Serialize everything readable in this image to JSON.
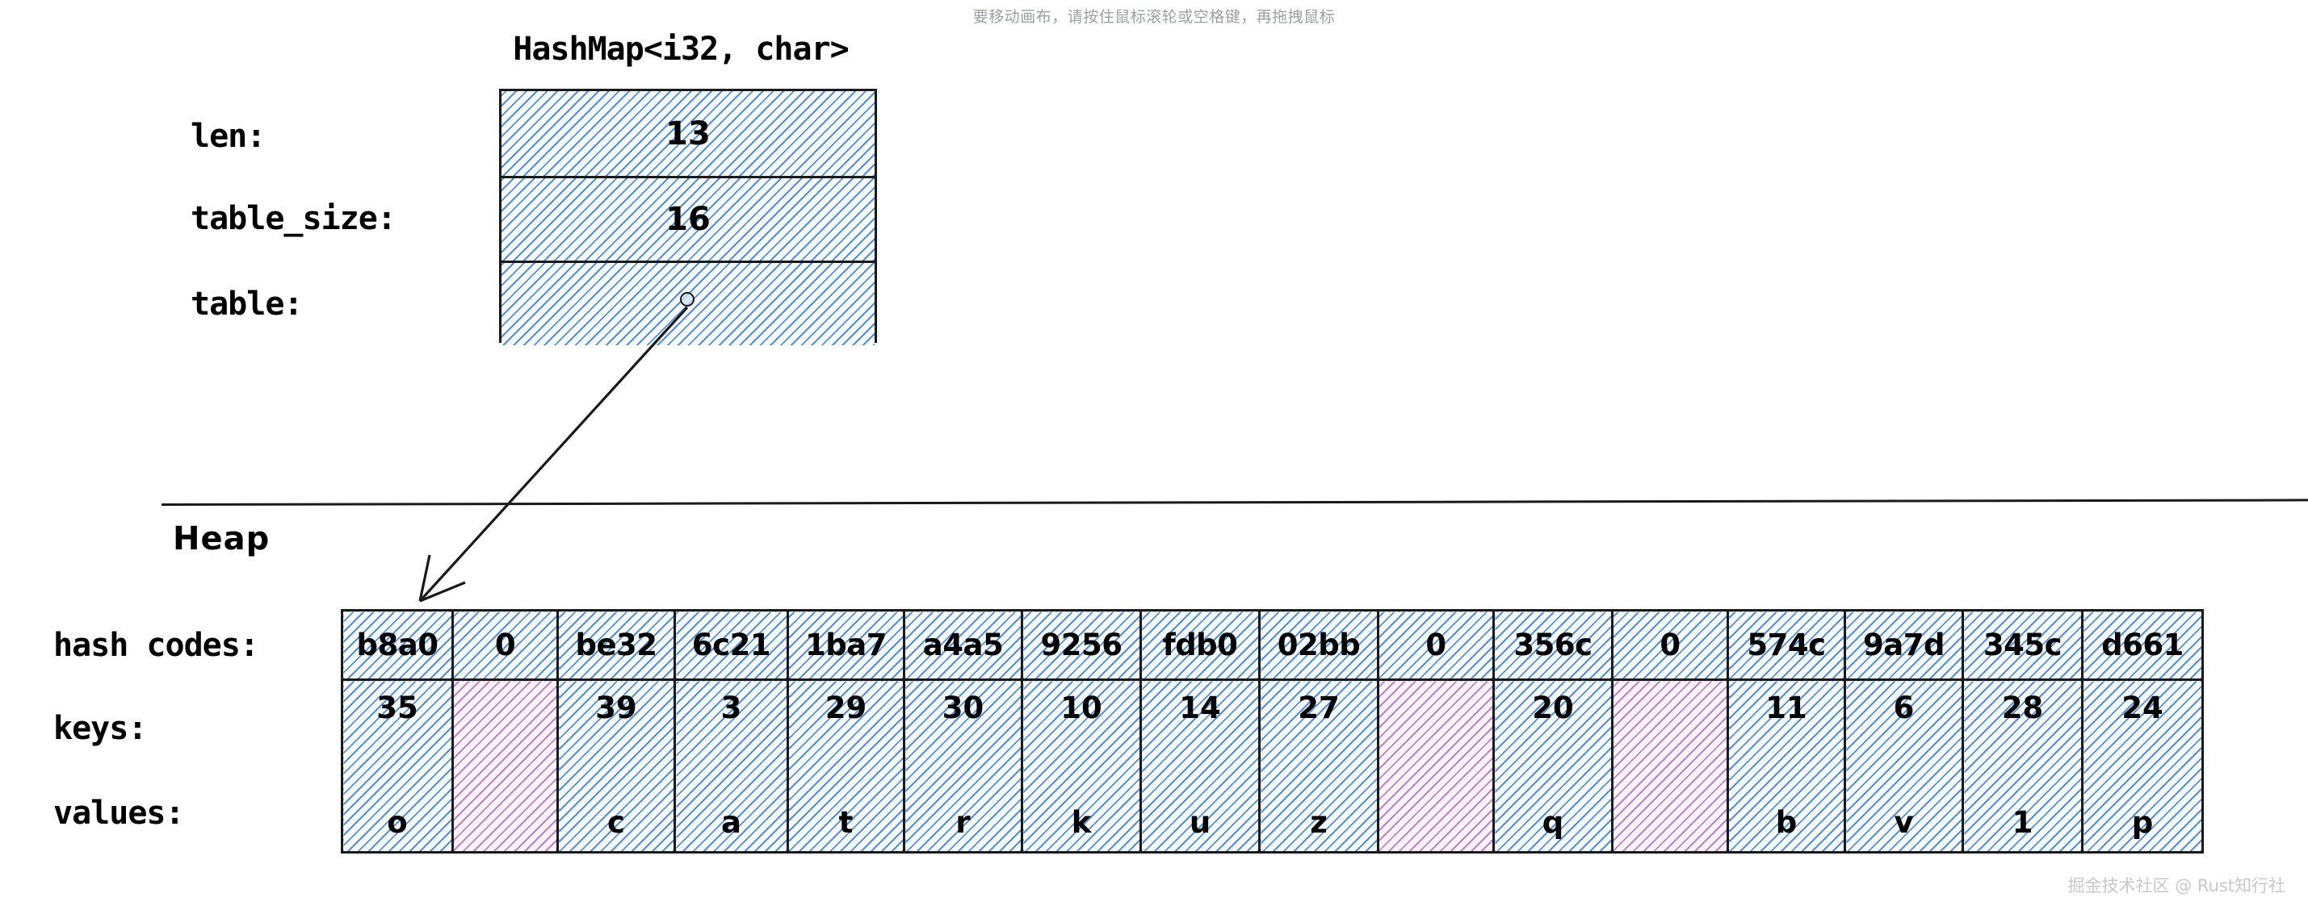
{
  "canvas_hint": "要移动画布，请按住鼠标滚轮或空格键，再拖拽鼠标",
  "watermark": "掘金技术社区 @ Rust知行社",
  "struct": {
    "title": "HashMap<i32, char>",
    "fields": [
      {
        "label": "len:",
        "value": "13"
      },
      {
        "label": "table_size:",
        "value": "16"
      },
      {
        "label": "table:",
        "value": ""
      }
    ]
  },
  "heap": {
    "section_label": "Heap",
    "row_labels": {
      "hash": "hash codes:",
      "keys": "keys:",
      "values": "values:"
    },
    "table": {
      "hash_codes": [
        "b8a0",
        "0",
        "be32",
        "6c21",
        "1ba7",
        "a4a5",
        "9256",
        "fdb0",
        "02bb",
        "0",
        "356c",
        "0",
        "574c",
        "9a7d",
        "345c",
        "d661"
      ],
      "keys": [
        "35",
        "",
        "39",
        "3",
        "29",
        "30",
        "10",
        "14",
        "27",
        "",
        "20",
        "",
        "11",
        "6",
        "28",
        "24"
      ],
      "values": [
        "o",
        "",
        "c",
        "a",
        "t",
        "r",
        "k",
        "u",
        "z",
        "",
        "q",
        "",
        "b",
        "v",
        "1",
        "p"
      ],
      "empty_slots": [
        1,
        9,
        11
      ]
    }
  },
  "colors": {
    "hatch_blue": "#4a83cb",
    "hatch_blue_bg": "#f4fafd",
    "hatch_pink": "#b070c0",
    "hatch_pink_bg": "#fdf4fb",
    "stroke": "#1a1a1a",
    "hint_text": "#9aa0a6",
    "watermark_text": "#c9c9c9"
  }
}
